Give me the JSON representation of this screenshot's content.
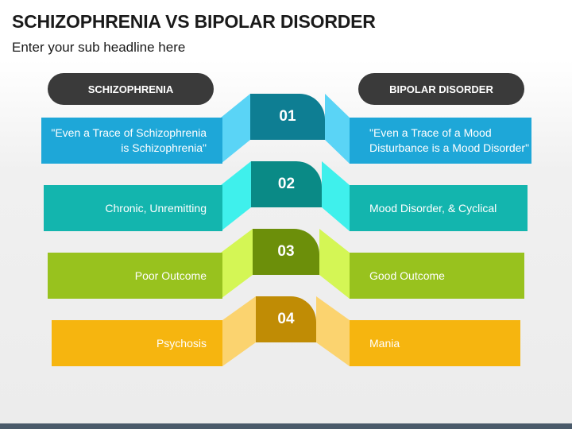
{
  "title": "SCHIZOPHRENIA VS BIPOLAR DISORDER",
  "subtitle": "Enter your sub headline here",
  "headers": {
    "left": "SCHIZOPHRENIA",
    "right": "BIPOLAR DISORDER"
  },
  "rows": [
    {
      "number": "01",
      "left": "\"Even a Trace of Schizophrenia is Schizophrenia\"",
      "right": "\"Even a Trace of a Mood Disturbance is a Mood Disorder\"",
      "colors": {
        "box": "#1ea7d8",
        "number": "#0e7e93",
        "connector": "#5ad4f6"
      }
    },
    {
      "number": "02",
      "left": "Chronic, Unremitting",
      "right": "Mood Disorder, & Cyclical",
      "colors": {
        "box": "#13b5ae",
        "number": "#0a8a86",
        "connector": "#3ff0ec"
      }
    },
    {
      "number": "03",
      "left": "Poor Outcome",
      "right": "Good Outcome",
      "colors": {
        "box": "#98c21e",
        "number": "#6c8f0a",
        "connector": "#d4f655"
      }
    },
    {
      "number": "04",
      "left": "Psychosis",
      "right": "Mania",
      "colors": {
        "box": "#f6b50f",
        "number": "#c08c05",
        "connector": "#fbd36f"
      }
    }
  ]
}
